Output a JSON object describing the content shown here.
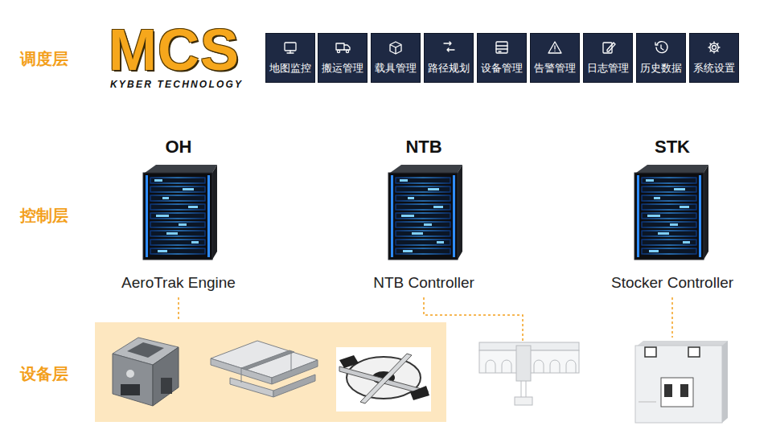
{
  "diagram": {
    "nodes": [
      {
        "text": [
          "地图监控"
        ]
      },
      {
        "text": [
          "搬运管理"
        ]
      },
      {
        "text": [
          "载具管理"
        ]
      },
      {
        "text": [
          "路径规划"
        ]
      },
      {
        "text": [
          "设备管理"
        ]
      },
      {
        "text": [
          "告警管理"
        ]
      },
      {
        "text": [
          "日志管理"
        ]
      },
      {
        "text": [
          "历史数据"
        ]
      },
      {
        "text": [
          "系统设置"
        ]
      },
      {
        "text": [
          "OH",
          "AeroTrak Engine"
        ]
      },
      {
        "text": [
          "NTB",
          "NTB Controller"
        ]
      },
      {
        "text": [
          "STK",
          "Stocker Controller"
        ]
      }
    ],
    "labels": [
      "调度层",
      "MCS",
      "KYBER TECHNOLOGY",
      "控制层",
      "设备层"
    ]
  }
}
